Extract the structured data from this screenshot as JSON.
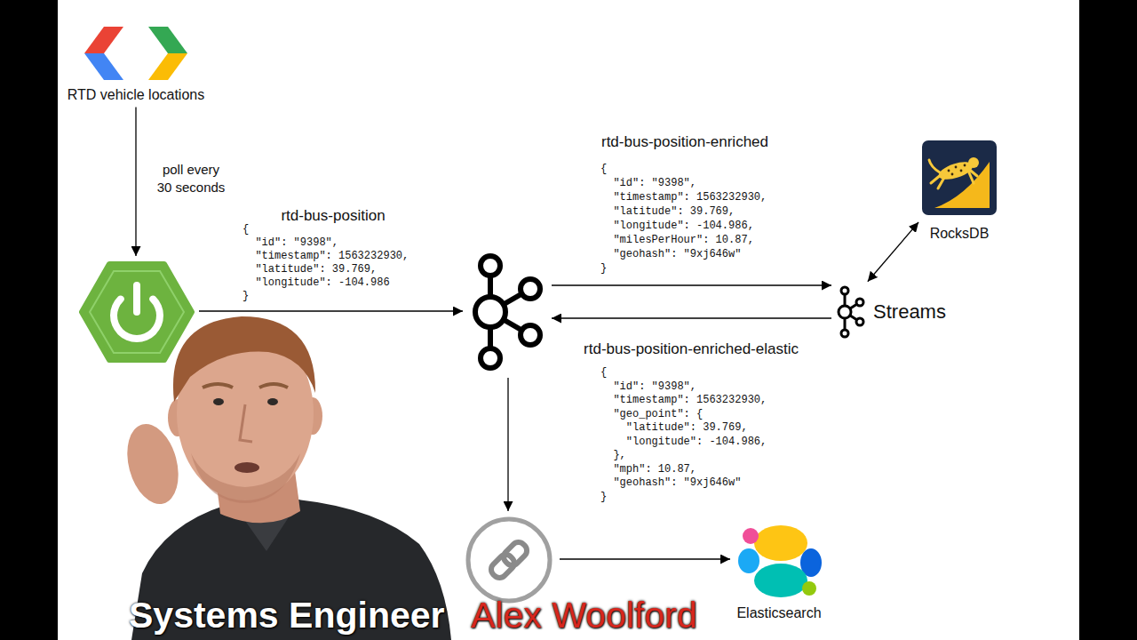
{
  "diagram": {
    "nodes": [
      {
        "text": [
          "RTD vehicle locations"
        ]
      },
      {
        "text": [
          "RocksDB"
        ]
      },
      {},
      {},
      {
        "text": [
          "Streams"
        ]
      },
      {},
      {
        "text": [
          "Elasticsearch"
        ]
      }
    ],
    "edges": [
      {
        "from": 0,
        "to": 2,
        "arrow": "to",
        "label": "poll every 30 seconds"
      },
      {
        "from": 2,
        "to": 3,
        "arrow": "to",
        "label": "rtd-bus-position"
      },
      {
        "from": 3,
        "to": 4,
        "arrow": "to",
        "label": "rtd-bus-position-enriched"
      },
      {
        "from": 4,
        "to": 3,
        "arrow": "to",
        "label": "rtd-bus-position-enriched-elastic"
      },
      {
        "from": 4,
        "to": 1,
        "arrow": "both"
      },
      {
        "from": 3,
        "to": 5,
        "arrow": "to"
      },
      {
        "from": 5,
        "to": 6,
        "arrow": "to"
      }
    ],
    "labels": [
      "{ \"id\": \"9398\", \"timestamp\": 1563232930, \"latitude\": 39.769, \"longitude\": -104.986, \"milesPerHour\": 10.87, \"geohash\": \"9xj646w\" }",
      "{ \"id\": \"9398\", \"timestamp\": 1563232930, \"latitude\": 39.769, \"longitude\": -104.986 }",
      "{ \"id\": \"9398\", \"timestamp\": 1563232930, \"geo_point\": { \"latitude\": 39.769, \"longitude\": -104.986, }, \"mph\": 10.87, \"geohash\": \"9xj646w\" }",
      "Systems Engineer",
      "Alex Woolford"
    ]
  }
}
